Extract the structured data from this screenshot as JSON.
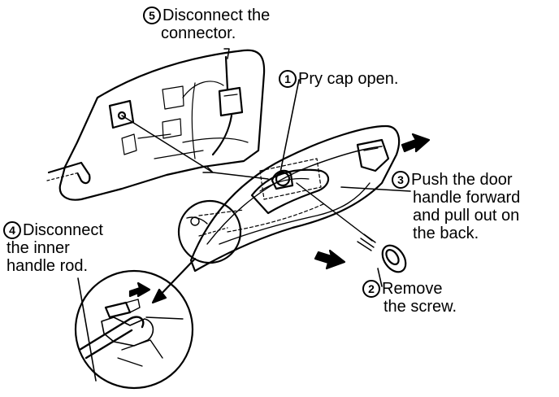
{
  "steps": [
    {
      "number": "5",
      "lines": [
        "Disconnect the",
        "connector."
      ]
    },
    {
      "number": "1",
      "lines": [
        "Pry cap open."
      ]
    },
    {
      "number": "3",
      "lines": [
        "Push the door",
        "handle forward",
        "and pull out on",
        "the back."
      ]
    },
    {
      "number": "4",
      "lines": [
        "Disconnect",
        "the inner",
        "handle rod."
      ]
    },
    {
      "number": "2",
      "lines": [
        "Remove",
        "the screw."
      ]
    }
  ]
}
